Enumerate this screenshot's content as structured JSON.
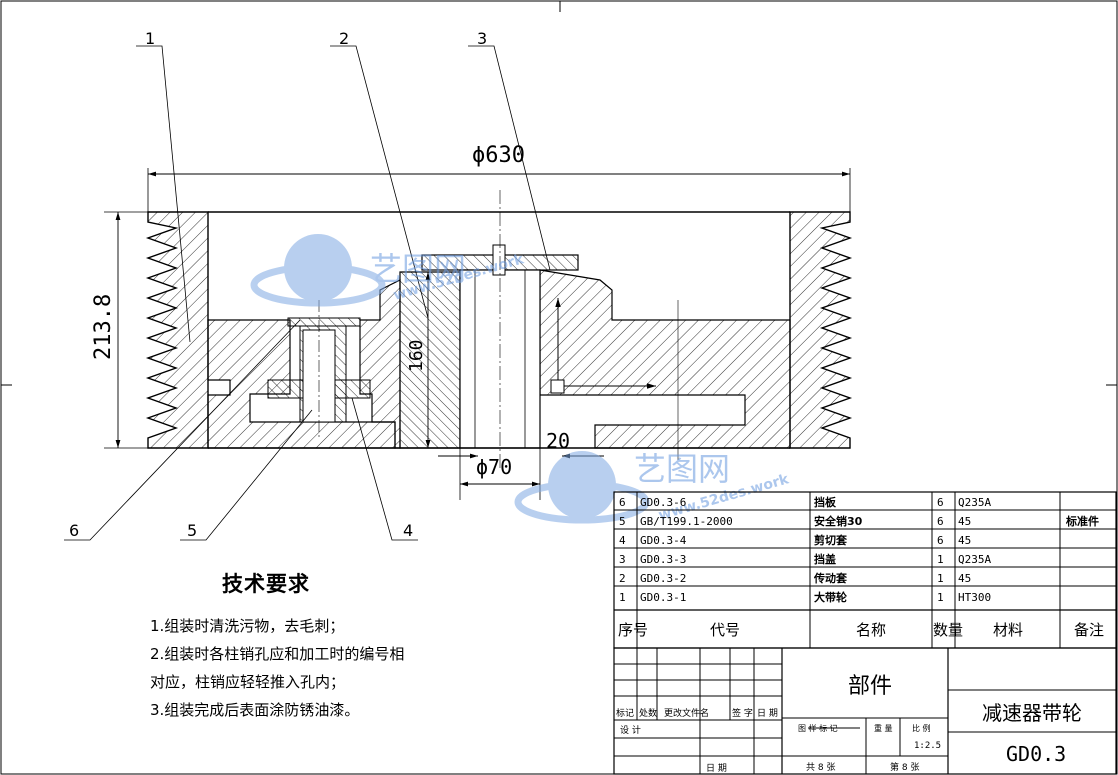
{
  "balloons": [
    "1",
    "2",
    "3",
    "4",
    "5",
    "6"
  ],
  "dimensions": {
    "outer_diameter": "ϕ630",
    "height": "213.8",
    "hub_height": "160",
    "bore": "ϕ70",
    "offset": "20"
  },
  "watermark": {
    "brand": "艺图网",
    "url": "www.52des.work"
  },
  "tech_requirements": {
    "title": "技术要求",
    "lines": [
      "1.组装时清洗污物，去毛刺；",
      "2.组装时各柱销孔应和加工时的编号相",
      "对应，柱销应轻轻推入孔内；",
      "3.组装完成后表面涂防锈油漆。"
    ]
  },
  "bom": {
    "rows": [
      {
        "no": "6",
        "code": "GD0.3-6",
        "name": "挡板",
        "qty": "6",
        "material": "Q235A",
        "note": ""
      },
      {
        "no": "5",
        "code": "GB/T199.1-2000",
        "name": "安全销30",
        "qty": "6",
        "material": "45",
        "note": "标准件"
      },
      {
        "no": "4",
        "code": "GD0.3-4",
        "name": "剪切套",
        "qty": "6",
        "material": "45",
        "note": ""
      },
      {
        "no": "3",
        "code": "GD0.3-3",
        "name": "挡盖",
        "qty": "1",
        "material": "Q235A",
        "note": ""
      },
      {
        "no": "2",
        "code": "GD0.3-2",
        "name": "传动套",
        "qty": "1",
        "material": "45",
        "note": ""
      },
      {
        "no": "1",
        "code": "GD0.3-1",
        "name": "大带轮",
        "qty": "1",
        "material": "HT300",
        "note": ""
      }
    ],
    "headers": {
      "no": "序号",
      "code": "代号",
      "name": "名称",
      "qty": "数量",
      "material": "材料",
      "note": "备注"
    }
  },
  "title_block": {
    "part_label": "部件",
    "drawing_name": "减速器带轮",
    "drawing_code": "GD0.3",
    "rev_headers": [
      "标记",
      "处数",
      "更改文件名",
      "签  字",
      "日 期"
    ],
    "design": "设 计",
    "stage_headers": [
      "图 样 标 记",
      "重 量",
      "比 例"
    ],
    "scale": "1:2.5",
    "date": "日 期",
    "total_sheets": "共  8 张",
    "sheet_no": "第  8 张"
  }
}
